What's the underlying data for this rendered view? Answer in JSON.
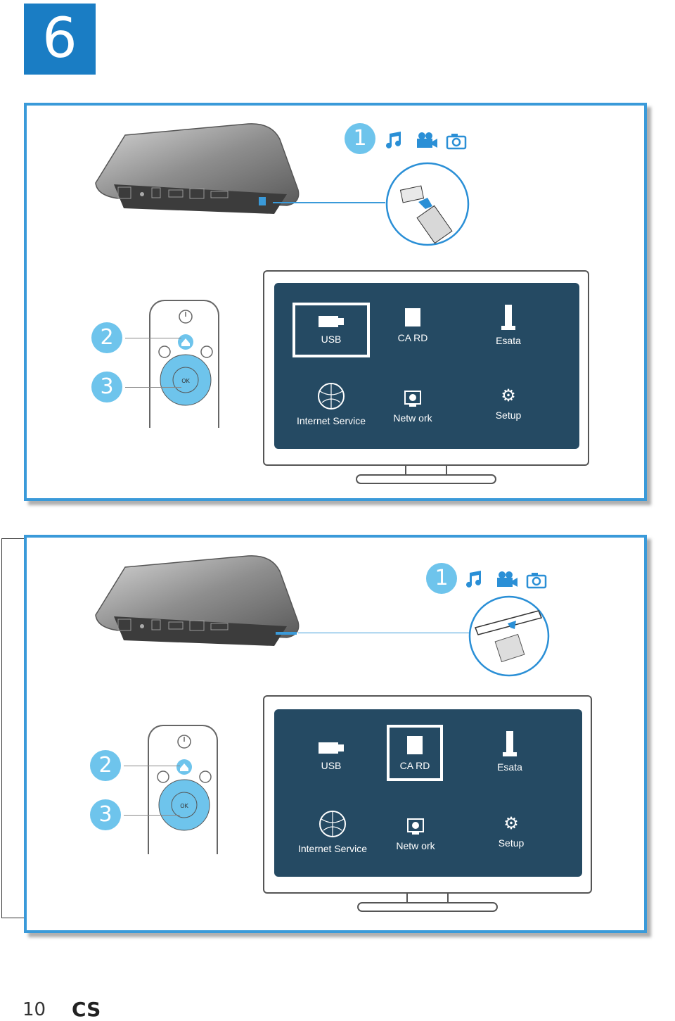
{
  "chapter_number": "6",
  "page_number": "10",
  "language_code": "CS",
  "colors": {
    "accent": "#1a7dc4",
    "step_circle": "#6ec4ec",
    "screen_bg": "#254a63",
    "panel_border": "#3a9ad9"
  },
  "panel1": {
    "step1": "1",
    "step2": "2",
    "step3": "3",
    "media_icons": [
      "music-icon",
      "video-camera-icon",
      "photo-camera-icon"
    ],
    "menu": {
      "usb": "USB",
      "card": "CA RD",
      "esata": "Esata",
      "internet": "Internet Service",
      "network": "Netw ork",
      "setup": "Setup",
      "selected": "USB"
    },
    "remote_ok": "OK"
  },
  "panel2": {
    "step1": "1",
    "step2": "2",
    "step3": "3",
    "media_icons": [
      "music-icon",
      "video-camera-icon",
      "photo-camera-icon"
    ],
    "menu": {
      "usb": "USB",
      "card": "CA RD",
      "esata": "Esata",
      "internet": "Internet Service",
      "network": "Netw ork",
      "setup": "Setup",
      "selected": "CA RD"
    },
    "remote_ok": "OK"
  }
}
